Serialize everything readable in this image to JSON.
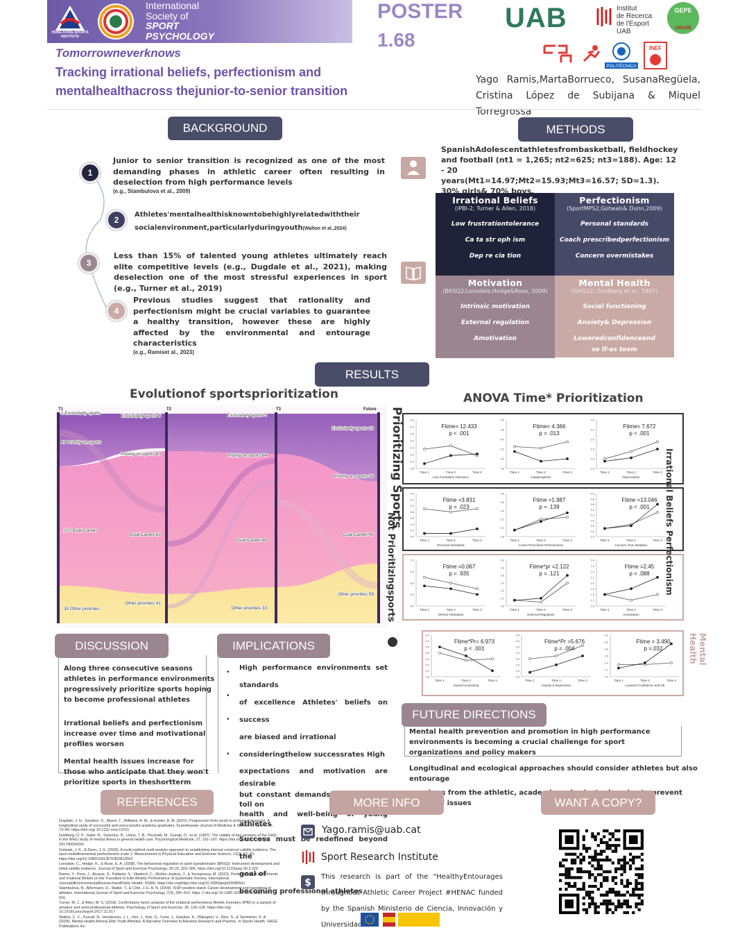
{
  "header": {
    "hk_logo_text": "HONG KONG SPORTS INSTITUTE",
    "society_line1": "International",
    "society_line2": "Society of",
    "society_line3": "SPORT",
    "society_line4": "PSYCHOLOGY",
    "poster_label": "POSTER",
    "poster_number": "1.68",
    "uab": "UAB",
    "iree_line1": "Institut",
    "iree_line2": "de Recerca",
    "iree_line3": "de l'Esport",
    "iree_line4": "UAB",
    "gepe": "GEPE",
    "gepe_sub": "GRoSE",
    "poli": "POLITÉCNICA",
    "inef": "INEF",
    "subtitle": "Tomorrowneverknows",
    "title": "Tracking irrational beliefs, perfectionism and mentalhealthacross thejunior-to-senior transition",
    "authors": "Yago Ramis,MartaBorrueco, SusanaRegüela, Cristina López de Subijana & Miquel Torregrossa"
  },
  "sections": {
    "background": "BACKGROUND",
    "methods": "METHODS",
    "results": "RESULTS",
    "discussion": "DISCUSSION",
    "implications": "IMPLICATIONS",
    "future": "FUTURE DIRECTIONS",
    "references": "REFERENCES",
    "more_info": "MORE INFO",
    "want_copy": "WANT A COPY?"
  },
  "background": [
    {
      "n": "1",
      "text": "Junior to senior transition is recognized as one of the most demanding phases in athletic career often resulting in deselection from high performance levels",
      "ref": "(e.g., Stambulova et al., 2009)",
      "color": "#22253f"
    },
    {
      "n": "2",
      "text": "Athletes'mentalhealthisknowntobehighlyrelatedwiththeir socialenvironment,particularlyduringyouth",
      "ref": "(Walton et al.,2024)",
      "color": "#3d4060"
    },
    {
      "n": "3",
      "text": "Less than 15% of talented young athletes ultimately reach elite competitive levels (e.g., Dugdale et al., 2021), making deselection one of the most stressful experiences in sport (e.g., Turner et al., 2019)",
      "ref": "",
      "color": "#9b8590"
    },
    {
      "n": "4",
      "text": "Previous studies suggest that rationality and perfectionism might be crucial variables to guarantee a healthy transition, however these are highly affected by the environmental and entourage characteristics",
      "ref": "(e.g., Ramiset al., 2023)",
      "color": "#c9aaa6"
    }
  ],
  "methods": {
    "sample_line1": "SpanishAdolescentathletesfrombasketball, fieldhockey",
    "sample_line2": "and football (nt1 = 1,265; nt2=625; nt3=188). Age: 12 - 20",
    "sample_line3": "years(Mt1=14.97;Mt2=15.93;Mt3=16.57; SD=1.3).",
    "sample_line4": "30% girls& 70% boys.",
    "quadrants": [
      {
        "title": "Irrational Beliefs",
        "src": "(iPBI-2; Turner & Allen, 2018)",
        "items": [
          "Low frustrationtolerance",
          "Ca ta str oph ism",
          "Dep re cia tion"
        ],
        "color": "#1f2238"
      },
      {
        "title": "Perfectionism",
        "src": "(SportMPS2;Gotwals& Dunn,2009)",
        "items": [
          "Personal standards",
          "Coach prescribedperfectionism",
          "Concern overmistakes"
        ],
        "color": "#474a67"
      },
      {
        "title": "Motivation",
        "src": "(BRSQ2;Lonsdale,Hodge&Rose, 2008)",
        "items": [
          "Intrinsic motivation",
          "External regulation",
          "Amotivation"
        ],
        "color": "#9b8590"
      },
      {
        "title": "Mental Health",
        "src": "(GHQ12; Goldberg et al., 1997)",
        "items": [
          "Social functioning",
          "Anxiety& Depression",
          "Loweredconfidenceand",
          "se lf-es teem"
        ],
        "color": "#c9aaa6"
      }
    ]
  },
  "results": {
    "sankey_title": "Evolutionof sportsprioritization",
    "anova_title": "ANOVA Time* Prioritization",
    "vert_prioritizing": "Prioritizing Sports",
    "vert_not": "Not Prioritizingsports",
    "vert_ib": "Irrational Beliefs",
    "vert_perf": "Perfectionism",
    "vert_mh": "Mental Health"
  },
  "chart_data": [
    {
      "type": "sankey",
      "title": "Evolutionof sportsprioritization",
      "stages": [
        "T1",
        "T2",
        "T3",
        "Future"
      ],
      "nodes": [
        {
          "stage": "T1",
          "label": "1 Exclusively sports"
        },
        {
          "stage": "T1",
          "label": "49 Priority on sports"
        },
        {
          "stage": "T1",
          "label": "107 Dual Career"
        },
        {
          "stage": "T1",
          "label": "30 Other priorities"
        },
        {
          "stage": "T2",
          "label": "Exclusively sports 6"
        },
        {
          "stage": "T2",
          "label": "Priority on sports 60"
        },
        {
          "stage": "T2",
          "label": "Dual Career 81"
        },
        {
          "stage": "T2",
          "label": "Other priorities 41"
        },
        {
          "stage": "T3",
          "label": "Exclusively sports 5"
        },
        {
          "stage": "T3",
          "label": "Priority on sports 64"
        },
        {
          "stage": "T3",
          "label": "Dual Career 86"
        },
        {
          "stage": "T3",
          "label": "Other priorities 33"
        },
        {
          "stage": "Future",
          "label": "Exclusively sports 28"
        },
        {
          "stage": "Future",
          "label": "Priority on sports 56"
        },
        {
          "stage": "Future",
          "label": "Dual Career 45"
        },
        {
          "stage": "Future",
          "label": "Other priorities 59"
        }
      ]
    },
    {
      "type": "line",
      "title": "ANOVA Time* Prioritization",
      "x": [
        "Time 1",
        "Time 2",
        "Time 3"
      ],
      "panels": [
        {
          "group": "Irrational Beliefs",
          "label": "Low Frustration Tolerance",
          "stat": "Ftime= 12.433",
          "p": "p < .001",
          "ylim": [
            4.8,
            6.3
          ],
          "ticks": [
            "6.3",
            "6.0",
            "5.8",
            "5.6",
            "5.4",
            "5.2",
            "5.0",
            "4.8"
          ],
          "series": [
            [
              5.4,
              5.5,
              5.2
            ],
            [
              4.95,
              5.2,
              5.25
            ]
          ]
        },
        {
          "group": "Irrational Beliefs",
          "label": "Catastrophism",
          "stat": "Ftime= 4.366",
          "p": "p = .013",
          "ylim": [
            3.8,
            4.8
          ],
          "ticks": [
            "4.8",
            "4.6",
            "4.4",
            "4.2",
            "4.0",
            "3.8"
          ],
          "series": [
            [
              4.25,
              4.22,
              4.35
            ],
            [
              4.15,
              3.95,
              4.0
            ]
          ]
        },
        {
          "group": "Irrational Beliefs",
          "label": "Depreciation",
          "stat": "Ftime= 7.672",
          "p": "p < .001",
          "ylim": [
            2.4,
            3.4
          ],
          "ticks": [
            "3.4",
            "3.2",
            "3.0",
            "2.8",
            "2.6",
            "2.4"
          ],
          "series": [
            [
              2.6,
              2.75,
              2.95
            ],
            [
              2.55,
              2.62,
              2.8
            ]
          ]
        },
        {
          "group": "Perfectionism",
          "label": "Personal Standards",
          "stat": "Ftime =3.831",
          "p": "p = .023",
          "ylim": [
            4.0,
            5.4
          ],
          "ticks": [
            "5.4",
            "5.2",
            "5.0",
            "4.8",
            "4.6",
            "4.4",
            "4.2",
            "4.0"
          ],
          "series": [
            [
              4.9,
              4.8,
              4.9
            ],
            [
              4.1,
              4.1,
              4.25
            ]
          ]
        },
        {
          "group": "Perfectionism",
          "label": "Coach Prescribed Perfectionism",
          "stat": "Ftime =1.987",
          "p": "p = .139",
          "ylim": [
            2.8,
            3.8
          ],
          "ticks": [
            "3.8",
            "3.6",
            "3.4",
            "3.2",
            "3.0",
            "2.8"
          ],
          "series": [
            [
              2.95,
              3.2,
              3.25
            ],
            [
              2.95,
              3.15,
              3.35
            ]
          ]
        },
        {
          "group": "Perfectionism",
          "label": "Concern Over Mistakes",
          "stat": "Ftime =13.046",
          "p": "p < .001",
          "ylim": [
            2.4,
            4.0
          ],
          "ticks": [
            "4.0",
            "3.8",
            "3.6",
            "3.4",
            "3.2",
            "3.0",
            "2.8",
            "2.6",
            "2.4"
          ],
          "series": [
            [
              2.7,
              2.85,
              3.3
            ],
            [
              2.7,
              2.8,
              3.6
            ]
          ]
        },
        {
          "group": "Motivation",
          "label": "Intrinsic Motivation",
          "stat": "Ftime =0.067",
          "p": "p = .935",
          "ylim": [
            6.2,
            7.0
          ],
          "ticks": [
            "7.0",
            "6.8",
            "6.6",
            "6.4",
            "6.2"
          ],
          "series": [
            [
              6.7,
              6.6,
              6.5
            ],
            [
              6.55,
              6.5,
              6.4
            ]
          ]
        },
        {
          "group": "Motivation",
          "label": "External Regulation",
          "stat": "Ftime*pr =2.122",
          "p": "p = .121",
          "ylim": [
            1.8,
            3.0
          ],
          "ticks": [
            "3.0",
            "2.8",
            "2.6",
            "2.4",
            "2.2",
            "2.0",
            "1.8"
          ],
          "series": [
            [
              1.95,
              1.9,
              2.4
            ],
            [
              1.95,
              2.0,
              2.6
            ]
          ]
        },
        {
          "group": "Motivation",
          "label": "Amotivation",
          "stat": "Ftime =2.45",
          "p": "p = .088",
          "ylim": [
            1.6,
            2.4
          ],
          "ticks": [
            "2.4",
            "2.3",
            "2.2",
            "2.1",
            "2.0",
            "1.9",
            "1.8",
            "1.7",
            "1.6"
          ],
          "series": [
            [
              1.8,
              1.7,
              1.8
            ],
            [
              1.8,
              1.9,
              2.1
            ]
          ]
        },
        {
          "group": "Mental Health",
          "label": "Social Functioning",
          "stat": "Ftime*Pr= 6.973",
          "p": "p < .001",
          "ylim": [
            4.8,
            6.2
          ],
          "ticks": [
            "6.2",
            "6.0",
            "5.8",
            "5.6",
            "5.4",
            "5.2",
            "5.0",
            "4.8"
          ],
          "series": [
            [
              5.6,
              5.35,
              5.4
            ],
            [
              5.8,
              5.5,
              5.0
            ]
          ]
        },
        {
          "group": "Mental Health",
          "label": "Anxiety & Depression",
          "stat": "Ftime*Pr =5.676",
          "p": "p = .004",
          "ylim": [
            2.4,
            3.8
          ],
          "ticks": [
            "3.8",
            "3.6",
            "3.4",
            "3.2",
            "3.0",
            "2.8",
            "2.6",
            "2.4"
          ],
          "series": [
            [
              3.0,
              3.1,
              3.45
            ],
            [
              2.55,
              2.8,
              3.1
            ]
          ]
        },
        {
          "group": "Mental Health",
          "label": "Lowered Confidence and SE",
          "stat": "Ftime = 3.490",
          "p": "p =.032",
          "ylim": [
            2.0,
            3.2
          ],
          "ticks": [
            "3.2",
            "3.0",
            "2.8",
            "2.6",
            "2.4",
            "2.2",
            "2.0"
          ],
          "series": [
            [
              2.35,
              2.35,
              2.4
            ],
            [
              2.25,
              2.4,
              2.95
            ]
          ]
        }
      ]
    }
  ],
  "discussion": [
    "Along three consecutive seasons athletes in performance environments progressively prioritize sports hoping to become professional athletes",
    "Irrational beliefs and perfectionism increase over time and motivational profiles worsen",
    "Mental health issues increase for those who anticipate that they won't prioritize sports in theshortterm"
  ],
  "implications": {
    "lines": [
      "High performance environments set standards",
      "of excellence Athletes' beliefs on success",
      "are biased and irrational",
      "consideringthelow successrates High",
      "expectations and motivation are desirable",
      "but constant demands take a heavy toll on",
      "health and well-being of young athletes",
      "Success must be redefined beyond the",
      "goal of",
      "becoming professional athletes"
    ]
  },
  "future": [
    "Mental health prevention and promotion in high performance environments is becoming a crucial challenge for sport organizations and policy makers",
    "Longitudinal and ecological approaches should consider athletes but also entourage",
    "members from the athletic, academic and private domains to prevent potential issues"
  ],
  "references": [
    "Dugdale, J. H., Sanders, D., Myers, T., Williams, A. M., & Hunter, A. M. (2021). Progression from youth to professional soccer: A longitudinal study of successful and unsuccessful academy graduates. Scandinavian Journal of Medicine & Science in Sports, 31, 73–84. https://doi.org/ 10.1111/ sms.13701",
    "Goldberg, D. P., Gater, R., Sartorius, N., Ustun, T. B., Piccinelli, M., Gureje, O., et al. (1997). The validity of two versions of the GHQ in the WHO study of mental illness in general health care. Psychological Medicine, 27, 191–197. https://doi.org/ 10.1017/ S0033 291796004242",
    "Gotwals, J. K., & Dunn, J. G. (2009). A multi-method multi-analytic approach to establishing internal construct validity evidence: The sport multidimensional perfectionism scale 2. Measurement in Physical Education and Exercise Science, 13(2), 71–92. https://doi.org/10.1080/10913670902812663",
    "Lonsdale, C., Hodge, K., & Rose, E. A. (2008). The behavioral regulation in sport questionnaire (BRSQ): Instrument development and initial validity evidence. Journal of Sport and Exercise Psychology, 30 (3), 323–355. https://doi.org/10.1123/jsep.30.3.323",
    "Ramis, Y., Pons, J., Alcaraz, S., Pallarès, S., Viladrich, C., Muñoz-Justicia, J., & Torregrossa, M. (2023). Perfectionistic Environments and Irrational Beliefs on the Transition to Elite Athletic Performance: A Systematic Review. International JournalofEnvironmentalResearchandPublic Health, 20(08). https://doi.org/https://doi.org/10.3390/ijerph20085561",
    "Stambulova, N., Alfermann, D., Statler, T., & Côté, J. E. A. N. (2009). ISSP position stand: Career development and transitions of athletes. International Journal of Sport and Exercise Psychology, 7(4), 395–412. https :// doi.org/ 10.1080 /1612 197X.2009 .9671 916.",
    "Turner, M. J., & Allen, M. S. (2018). Confirmatory factor analysis of the irrational performance Beliefs Inventory (iPBI) in a sample of amateur and semi-professional athletes. Psychology of Sport and Exercise, 35, 126–130. https://doi.org/ 10.1016/j.psychsport.2017.11.017",
    "Walton, C. C., Purcell, R., Henderson, J. L., Kim, J., Kerr, G., Frost, J., Gwyther, K., Pilkington, V., Rice, S., & Tamminen, K. A. (2024). Mental Health Among Elite Youth Athletes: A Narrative Overview to Advance Research and Practice. In Sports Health. SAGE Publications Inc."
  ],
  "more_info": {
    "email": "Yago.ramis@uab.cat",
    "institute": "Sport Research Institute",
    "ack": "This research is part of the \"HealthyEntourages throughout Athletic Career Project #HENAC funded by the Spanish Ministerio de Ciencia, Innovación y Universidades."
  },
  "colors": {
    "dark_navy": "#22253f",
    "slate": "#4a4d68",
    "mauve": "#9b8590",
    "rose": "#c9aaa6",
    "purple_title": "#6b52a6",
    "series_high": "#555555",
    "series_low": "#222222"
  }
}
